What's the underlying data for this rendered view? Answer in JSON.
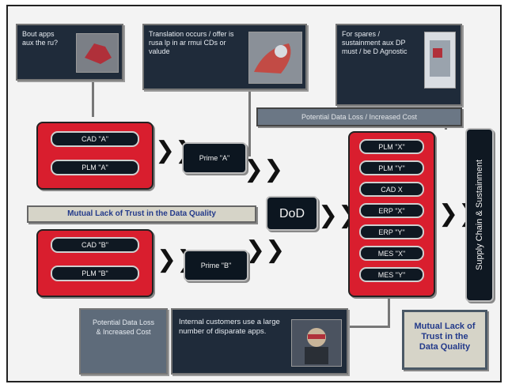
{
  "callouts": {
    "apps": "Bout apps aux the ru?",
    "translation": "Translation occurs / offer is rusa lp in ar rmui CDs or valude",
    "spares": "For spares / sustainment aux DP must / be D Agnostic",
    "potential_loss": "Potential Data Loss & Increased Cost",
    "internal": "Internal customers use a large number of disparate apps."
  },
  "banners": {
    "potential_loss_cost": "Potential Data Loss / Increased Cost",
    "mutual_trust_center": "Mutual Lack of Trust in the Data Quality",
    "mutual_trust_right": "Mutual Lack of Trust in the Data Quality"
  },
  "group_a": {
    "items": [
      "CAD \"A\"",
      "PLM \"A\""
    ]
  },
  "group_b": {
    "items": [
      "CAD \"B\"",
      "PLM \"B\""
    ]
  },
  "prime_a": "Prime \"A\"",
  "prime_b": "Prime \"B\"",
  "dod": "DoD",
  "right_stack": [
    "PLM \"X\"",
    "PLM \"Y\"",
    "CAD X",
    "ERP \"X\"",
    "ERP \"Y\"",
    "MES \"X\"",
    "MES \"Y\""
  ],
  "supply_chain": "Supply Chain & Sustainment"
}
